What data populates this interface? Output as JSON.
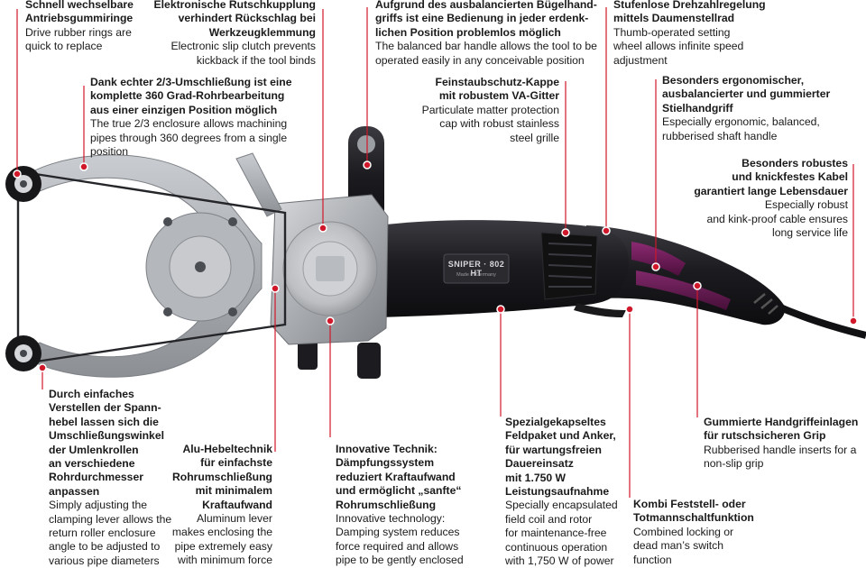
{
  "product": {
    "brand_badge": "SNIPER · 802 HT",
    "made_in": "Made in Germany"
  },
  "colors": {
    "leader": "#d0182a",
    "body": "#1d1d20",
    "accent_purple": "#6b1a55",
    "metal": "#aeb1b5"
  },
  "callouts": [
    {
      "id": "rings",
      "de": "Schnell wechselbare\nAntriebsgummiringe",
      "en": "Drive rubber rings are\nquick to replace"
    },
    {
      "id": "clutch",
      "de": "Elektronische Rutschkupplung\nverhindert Rückschlag bei\nWerkzeugklemmung",
      "en": "Electronic slip clutch prevents\nkickback if the tool binds"
    },
    {
      "id": "handle-bar",
      "de": "Aufgrund des ausbalancierten Bügelhand-\ngriffs ist eine Bedienung in jeder erdenk-\nlichen Position problemlos möglich",
      "en": "The balanced bar handle allows the tool to be\noperated easily in any conceivable position"
    },
    {
      "id": "speed",
      "de": "Stufenlose Drehzahlregelung\nmittels Daumenstellrad",
      "en": "Thumb-operated setting\nwheel allows infinite speed\nadjustment"
    },
    {
      "id": "enclosure",
      "de": "Dank echter 2/3-Umschließung ist eine\nkomplette 360 Grad-Rohrbearbeitung\naus einer einzigen Position möglich",
      "en": "The true 2/3 enclosure allows machining\npipes through 360 degrees from a single\nposition"
    },
    {
      "id": "dust-cap",
      "de": "Feinstaubschutz-Kappe\nmit robustem VA-Gitter",
      "en": "Particulate matter protection\ncap with robust stainless\nsteel grille"
    },
    {
      "id": "shaft-handle",
      "de": "Besonders ergonomischer,\nausbalancierter und gummierter\nStielhandgriff",
      "en": "Especially ergonomic, balanced,\nrubberised shaft handle"
    },
    {
      "id": "cable",
      "de": "Besonders robustes\nund knickfestes Kabel\ngarantiert lange Lebensdauer",
      "en": "Especially robust\nand kink-proof cable ensures\nlong service life"
    },
    {
      "id": "clamping",
      "de": "Durch einfaches\nVerstellen der Spann-\nhebel lassen sich die\nUmschließungswinkel\nder Umlenkrollen\nan verschiedene\nRohrdurchmesser\nanpassen",
      "en": "Simply adjusting the\nclamping lever allows the\nreturn roller enclosure\nangle to be adjusted to\nvarious pipe diameters"
    },
    {
      "id": "lever",
      "de": "Alu-Hebeltechnik\nfür einfachste\nRohrumschließung\nmit minimalem\nKraftaufwand",
      "en": "Aluminum lever\nmakes enclosing the\npipe extremely easy\nwith minimum force"
    },
    {
      "id": "damping",
      "de": "Innovative Technik:\nDämpfungssystem\nreduziert Kraftaufwand\nund ermöglicht „sanfte“\nRohrumschließung",
      "en": "Innovative technology:\nDamping system reduces\nforce required and allows\npipe to be gently enclosed"
    },
    {
      "id": "field-coil",
      "de": "Spezialgekapseltes\nFeldpaket und Anker,\nfür wartungsfreien\nDauereinsatz\nmit 1.750 W\nLeistungsaufnahme",
      "en": "Specially encapsulated\nfield coil and rotor\nfor maintenance-free\ncontinuous operation\nwith 1,750 W of power"
    },
    {
      "id": "grip-inserts",
      "de": "Gummierte Handgriffeinlagen\nfür rutschsicheren Grip",
      "en": "Rubberised handle inserts for a\nnon-slip grip"
    },
    {
      "id": "switch",
      "de": "Kombi Feststell- oder\nTotmannschaltfunktion",
      "en": "Combined locking or\ndead man’s switch\nfunction"
    }
  ]
}
